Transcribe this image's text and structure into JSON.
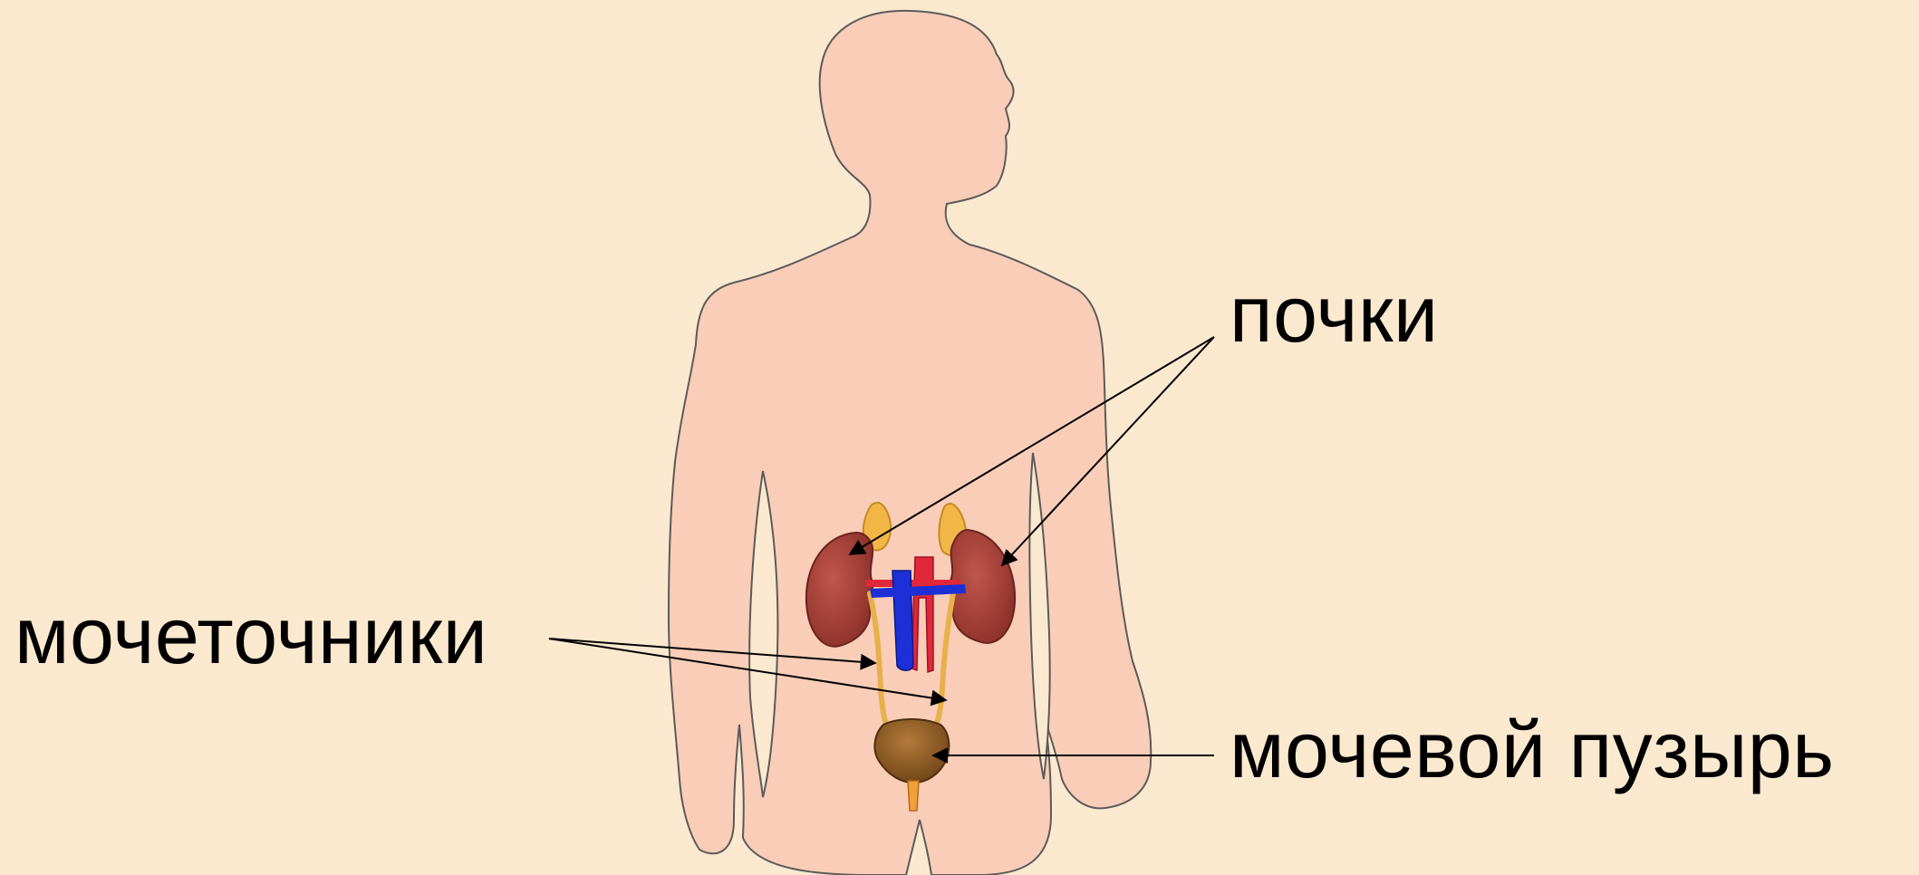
{
  "labels": {
    "kidneys": "почки",
    "ureters": "мочеточники",
    "bladder": "мочевой пузырь"
  },
  "colors": {
    "background": "#fbe9cf",
    "body_fill": "#f9cdb7",
    "body_outline": "#5b5b5b",
    "kidney": "#a4403a",
    "adrenal": "#f2b646",
    "vena_cava": "#1d2fd6",
    "aorta": "#e0283a",
    "ureter": "#e7b04a",
    "bladder": "#8a5722",
    "leader_line": "#000000"
  }
}
